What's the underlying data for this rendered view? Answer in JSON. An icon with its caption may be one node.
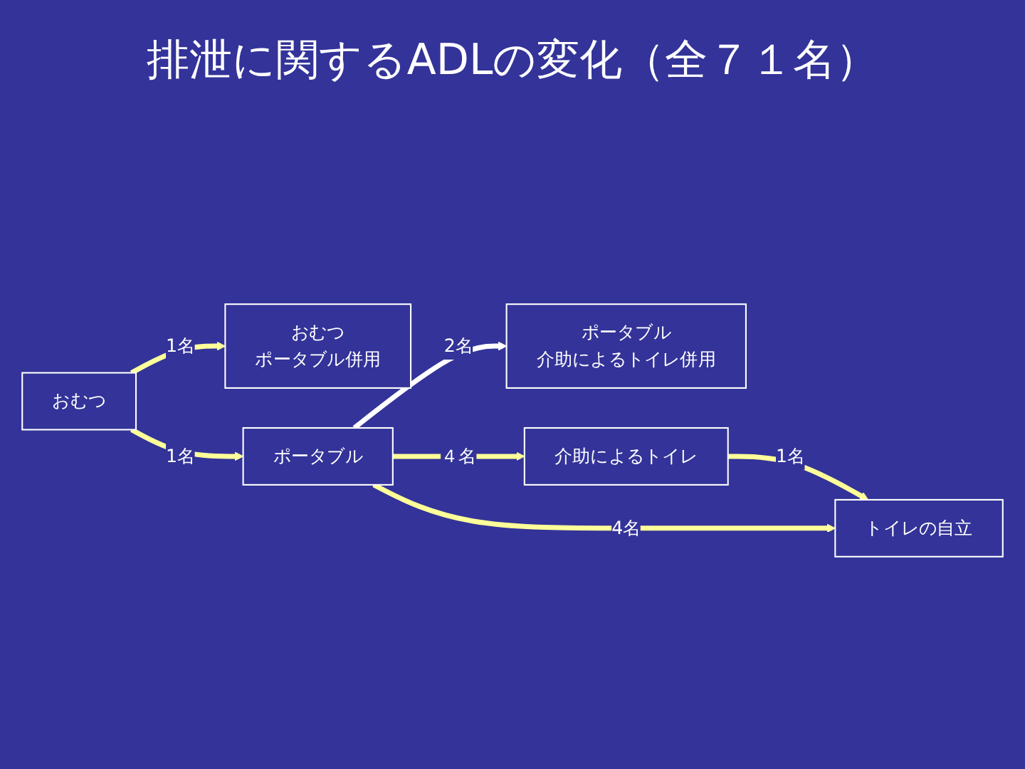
{
  "diagram": {
    "title": "排泄に関するADLの変化（全７１名）",
    "nodes": [
      {
        "text": [
          "おむつ"
        ]
      },
      {
        "text": [
          "おむつ",
          "ポータブル併用"
        ]
      },
      {
        "text": [
          "ポータブル"
        ]
      },
      {
        "text": [
          "ポータブル",
          "介助によるトイレ併用"
        ]
      },
      {
        "text": [
          "介助によるトイレ"
        ]
      },
      {
        "text": [
          "トイレの自立"
        ]
      }
    ],
    "edges": [
      {
        "from": 2,
        "to": 4,
        "arrow": "to",
        "label": "４名"
      },
      {
        "from": 0,
        "to": 1,
        "arrow": "to",
        "label": "1名"
      },
      {
        "from": 0,
        "to": 2,
        "arrow": "to",
        "label": "1名"
      },
      {
        "from": 2,
        "to": 3,
        "arrow": "to",
        "label": "2名",
        "color": "#ffffff"
      },
      {
        "from": 4,
        "to": 5,
        "arrow": "to",
        "label": "1名"
      },
      {
        "from": 2,
        "to": 5,
        "arrow": "to",
        "label": "4名"
      }
    ]
  }
}
